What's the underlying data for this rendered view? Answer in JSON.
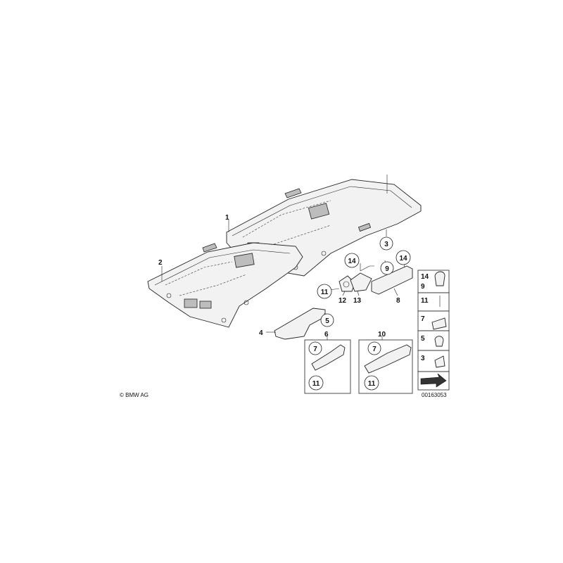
{
  "diagram": {
    "copyright": "© BMW AG",
    "image_number": "00163053",
    "callouts": {
      "c1": "1",
      "c2": "2",
      "c3": "3",
      "c4": "4",
      "c5": "5",
      "c6": "6",
      "c7a": "7",
      "c7b": "7",
      "c8": "8",
      "c9": "9",
      "c10": "10",
      "c11a": "11",
      "c11b": "11",
      "c11c": "11",
      "c12": "12",
      "c13": "13",
      "c14a": "14",
      "c14b": "14"
    },
    "legend": {
      "r1a": "14",
      "r1b": "9",
      "r2": "11",
      "r3": "7",
      "r4": "5",
      "r5": "3"
    }
  }
}
